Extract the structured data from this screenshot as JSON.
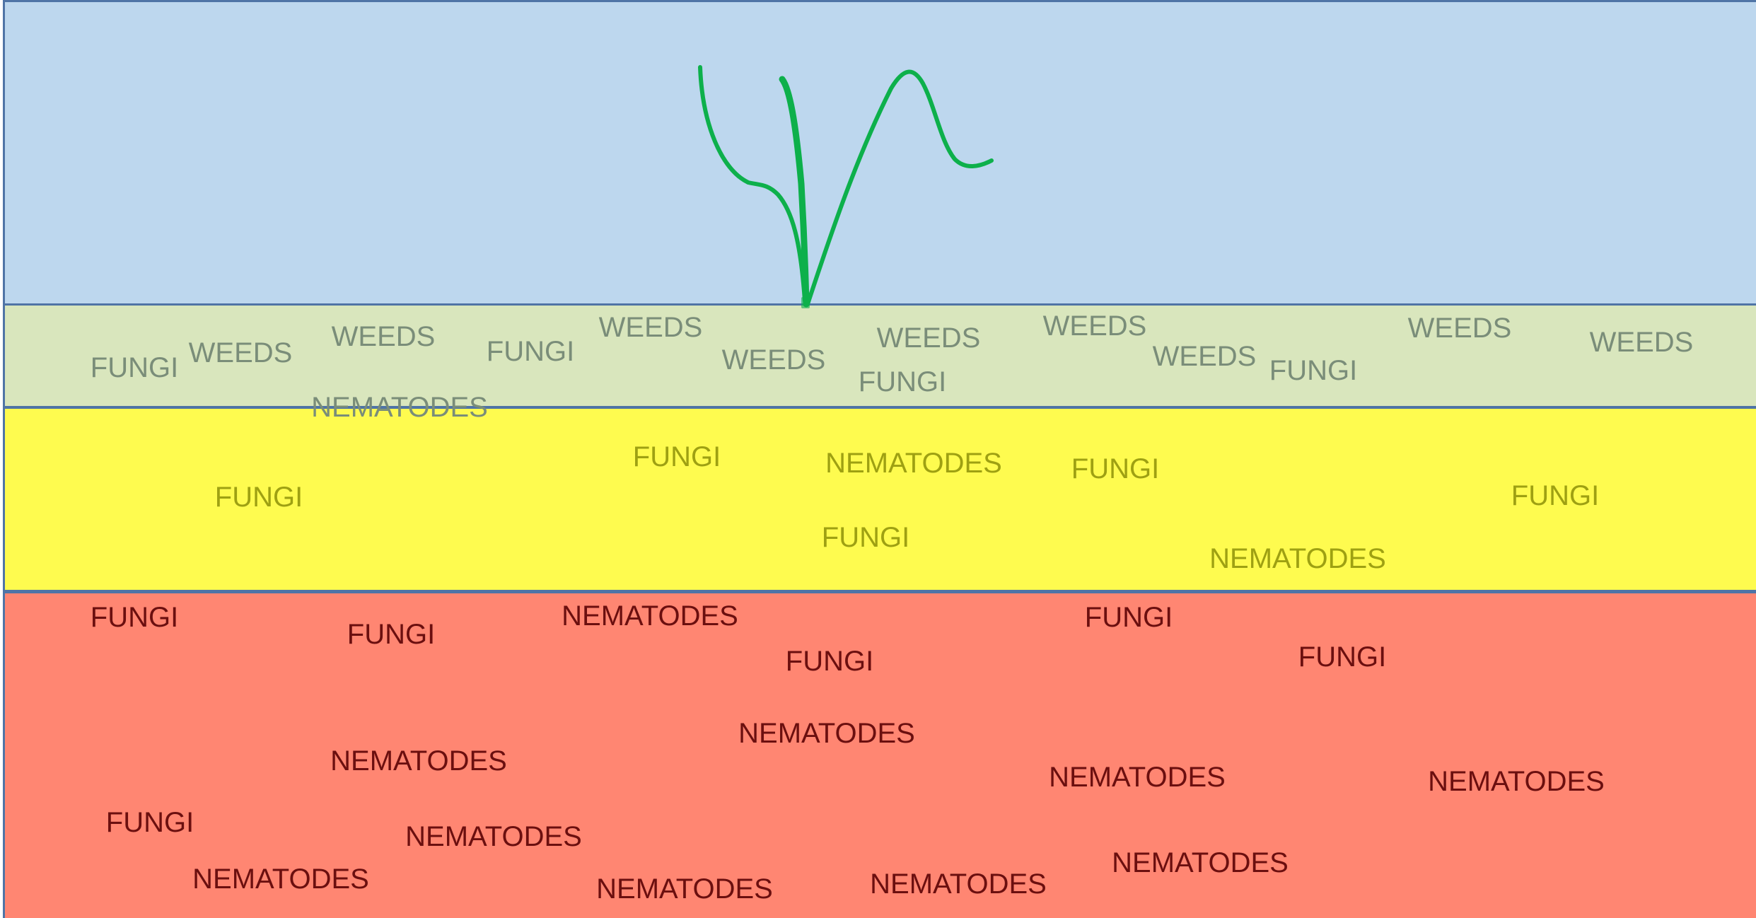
{
  "colors": {
    "sky": "#bdd7ee",
    "surface": "#d9e6bd",
    "topsoil": "#fefb4f",
    "subsoil": "#ff8672",
    "plant": "#0db04b",
    "surface_text": "#7a8d79",
    "topsoil_text": "#9ea012",
    "subsoil_text": "#6b0f0f",
    "border": "#4f74a6"
  },
  "layers": [
    {
      "id": "sky",
      "labels": []
    },
    {
      "id": "surface",
      "labels": [
        "FUNGI",
        "WEEDS",
        "WEEDS",
        "FUNGI",
        "WEEDS",
        "WEEDS",
        "WEEDS",
        "FUNGI",
        "WEEDS",
        "WEEDS",
        "FUNGI",
        "WEEDS",
        "WEEDS",
        "NEMATODES"
      ]
    },
    {
      "id": "topsoil",
      "labels": [
        "FUNGI",
        "FUNGI",
        "NEMATODES",
        "FUNGI",
        "FUNGI",
        "NEMATODES",
        "FUNGI"
      ]
    },
    {
      "id": "subsoil",
      "labels": [
        "FUNGI",
        "FUNGI",
        "NEMATODES",
        "FUNGI",
        "FUNGI",
        "FUNGI",
        "NEMATODES",
        "NEMATODES",
        "NEMATODES",
        "NEMATODES",
        "FUNGI",
        "NEMATODES",
        "NEMATODES",
        "NEMATODES",
        "NEMATODES",
        "NEMATODES"
      ]
    }
  ],
  "plant_icon": "seedling-icon"
}
